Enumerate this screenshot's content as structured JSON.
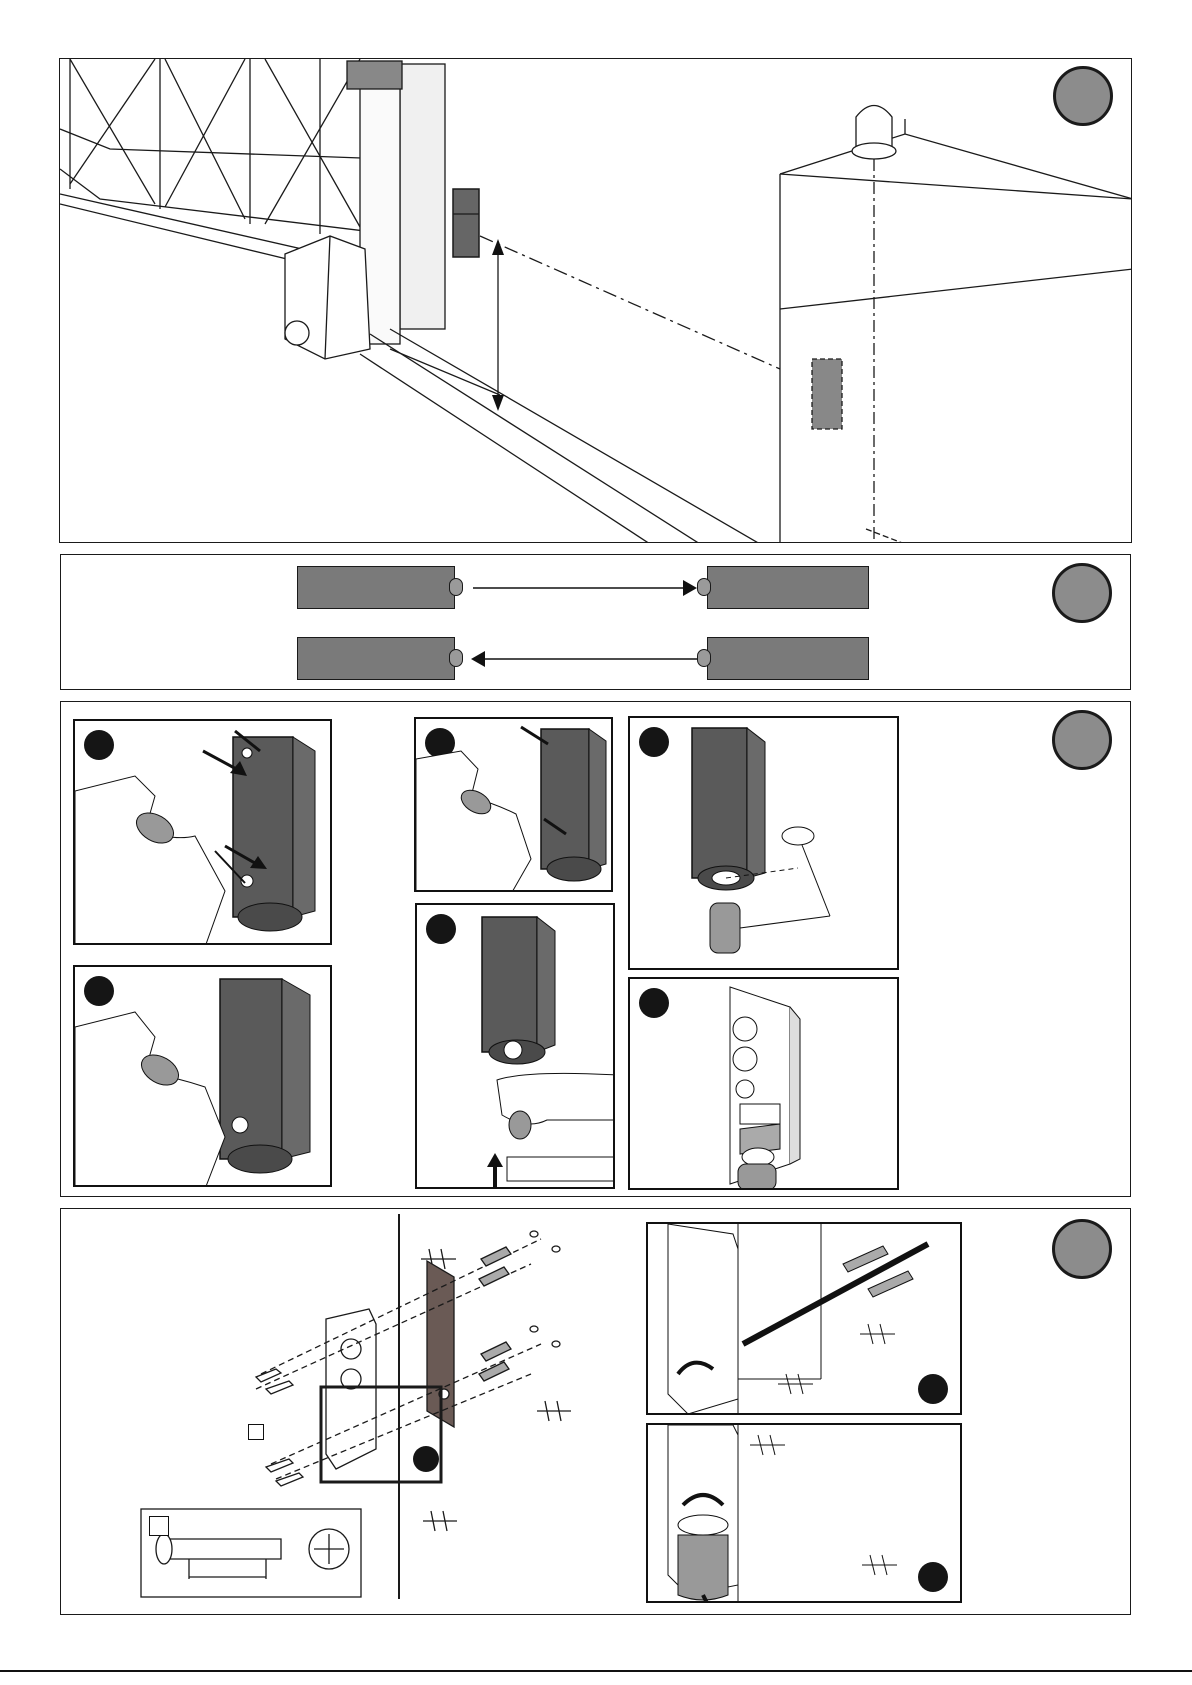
{
  "page": {
    "title": "",
    "figures": [
      {
        "id": "fig-1",
        "badge_label": ""
      },
      {
        "id": "fig-2",
        "badge_label": ""
      },
      {
        "id": "fig-3",
        "badge_label": ""
      },
      {
        "id": "fig-4",
        "badge_label": ""
      }
    ]
  },
  "colors": {
    "badge_fill": "#8c8c8c",
    "device_fill": "#555555",
    "bar_fill": "#7a7a7a",
    "outline": "#1a1a1a"
  },
  "icons": [
    "gate-illustration",
    "photocell-device",
    "flashing-lamp",
    "arrow",
    "hand",
    "hammer",
    "screw",
    "wall-plug",
    "brick-wall"
  ]
}
